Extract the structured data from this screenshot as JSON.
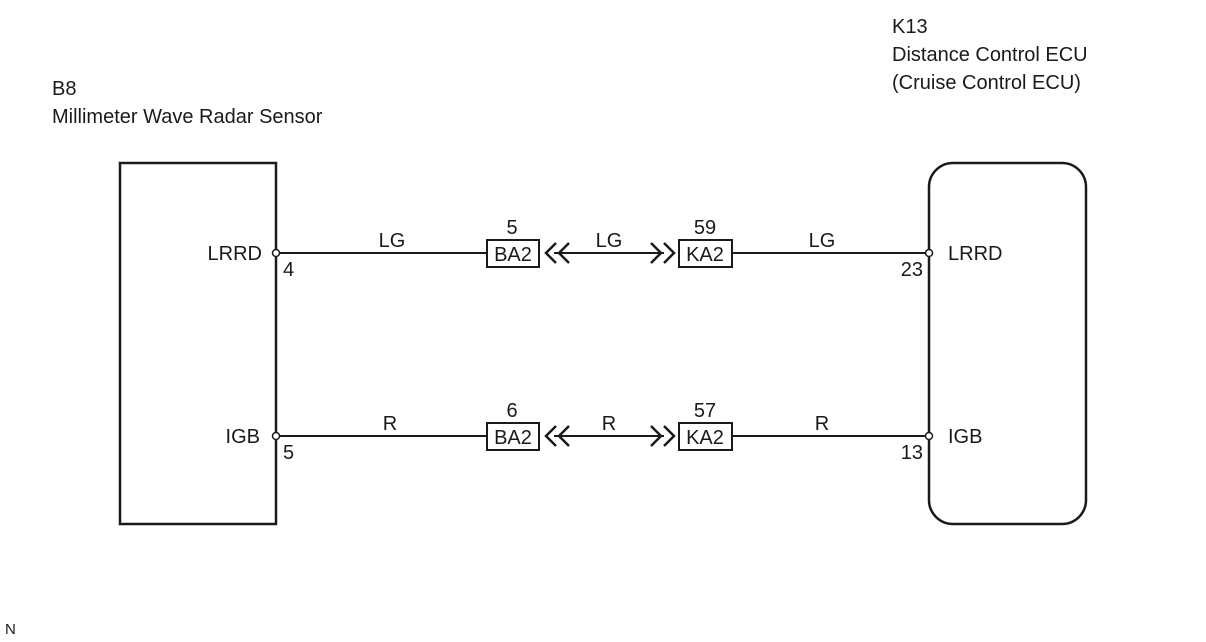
{
  "left_component": {
    "code": "B8",
    "name": "Millimeter Wave Radar Sensor"
  },
  "right_component": {
    "code": "K13",
    "name": "Distance Control ECU",
    "alt_name": "(Cruise Control ECU)"
  },
  "circuits": [
    {
      "left_terminal": "LRRD",
      "left_pin": "4",
      "wire_left": "LG",
      "connector_a": {
        "code": "BA2",
        "pin": "5"
      },
      "wire_mid": "LG",
      "connector_b": {
        "code": "KA2",
        "pin": "59"
      },
      "wire_right": "LG",
      "right_terminal": "LRRD",
      "right_pin": "23"
    },
    {
      "left_terminal": "IGB",
      "left_pin": "5",
      "wire_left": "R",
      "connector_a": {
        "code": "BA2",
        "pin": "6"
      },
      "wire_mid": "R",
      "connector_b": {
        "code": "KA2",
        "pin": "57"
      },
      "wire_right": "R",
      "right_terminal": "IGB",
      "right_pin": "13"
    }
  ],
  "footer_code": "N"
}
